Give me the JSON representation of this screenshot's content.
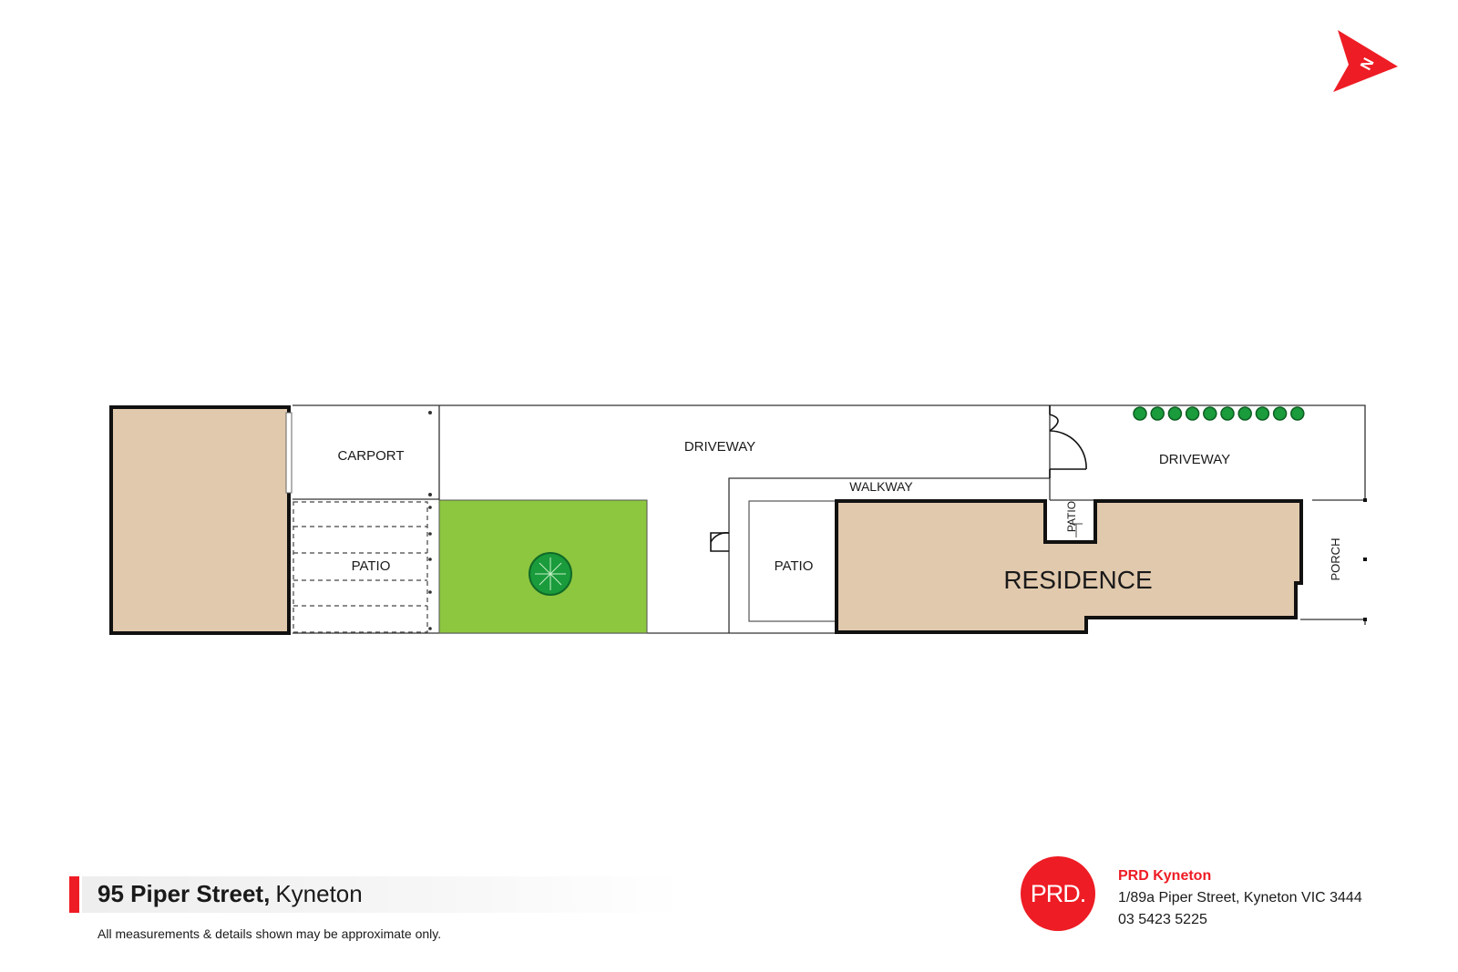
{
  "plan": {
    "labels": {
      "carport": "CARPORT",
      "driveway_left": "DRIVEWAY",
      "driveway_right": "DRIVEWAY",
      "walkway": "WALKWAY",
      "patio_left": "PATIO",
      "patio_middle": "PATIO",
      "patio_small": "PATIO",
      "residence": "RESIDENCE",
      "porch": "PORCH"
    },
    "compass_label": "N",
    "hedge_shrub_count": 10,
    "colors": {
      "building": "#e1c9ad",
      "lawn": "#8dc63f",
      "tree": "#1a9b3c",
      "wall": "#111111",
      "accent": "#ee1c24"
    }
  },
  "footer": {
    "address_street": "95 Piper Street,",
    "address_suburb": "Kyneton",
    "disclaimer": "All measurements & details shown may be approximate only.",
    "logo_text": "PRD.",
    "agent_name": "PRD Kyneton",
    "agent_address": "1/89a Piper Street, Kyneton VIC 3444",
    "agent_phone": "03 5423 5225"
  }
}
